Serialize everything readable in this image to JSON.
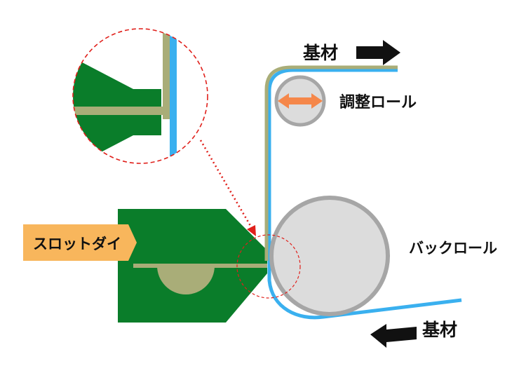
{
  "labels": {
    "substrate_top": "基材",
    "adjust_roll": "調整ロール",
    "back_roll": "バックロール",
    "substrate_bottom": "基材",
    "slot_die": "スロットダイ"
  },
  "colors": {
    "die_green": "#0a7d2a",
    "coating_tan": "#a9ad78",
    "film_blue": "#3ab0ef",
    "roll_gray": "#a6a6a6",
    "roll_fill": "#dcdcdc",
    "arrow_orange": "#f5874a",
    "tag_orange": "#f8b65c",
    "dashed_red": "#e0201b"
  }
}
